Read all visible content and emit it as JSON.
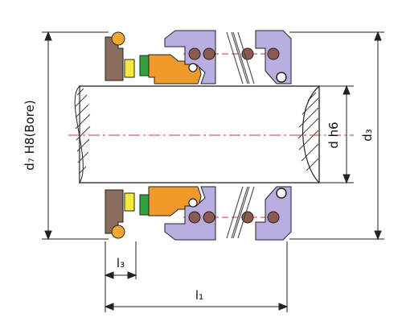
{
  "labels": {
    "bore": "d₇ H8(Bore)",
    "shaft": "d h6",
    "outer": "d₃",
    "l3": "l₃",
    "l1": "l₁"
  },
  "colors": {
    "seat": "#8d6c60",
    "oring": "#f0a830",
    "insert": "#f5ea3a",
    "green": "#2fa43a",
    "rotary": "#f09a2c",
    "lavender": "#b8aee0",
    "spring": "#8d5a4e",
    "hub_stroke": "#444444",
    "centerline": "#d03040",
    "dimension": "#222222"
  }
}
